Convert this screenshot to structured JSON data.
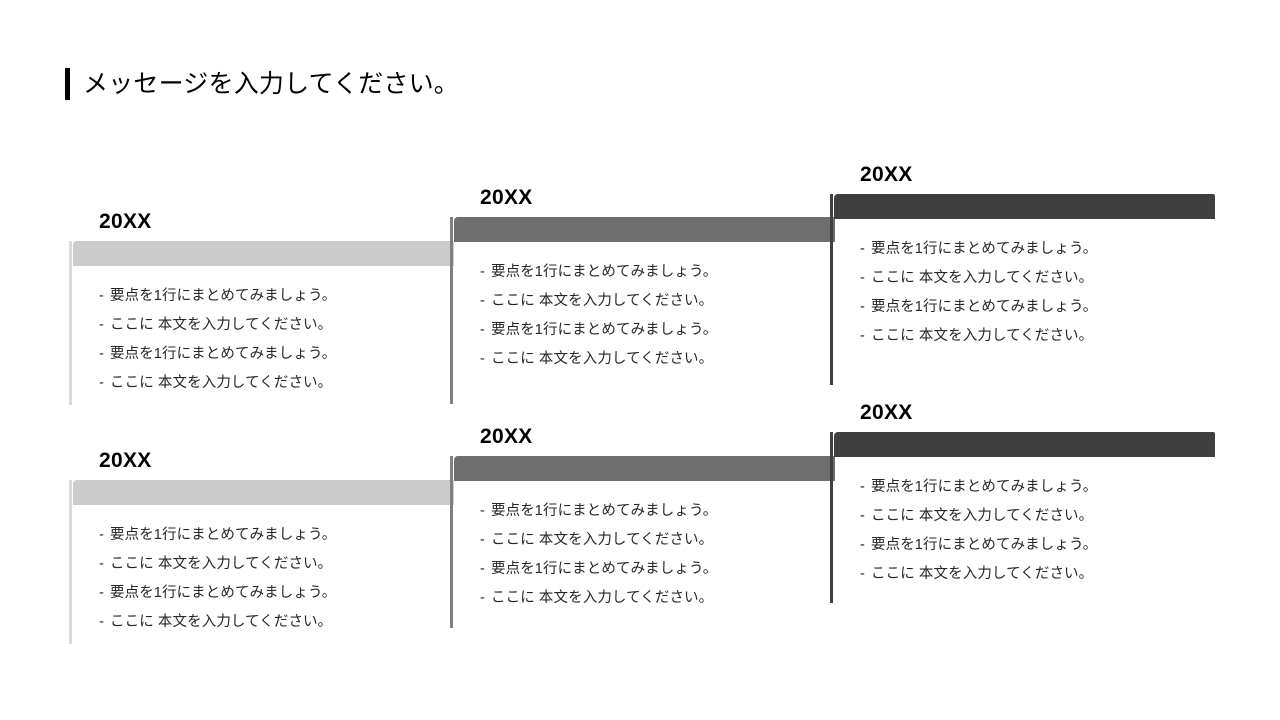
{
  "slide": {
    "title": "メッセージを入力してください。",
    "accent_color": "#000000",
    "background": "#ffffff"
  },
  "bullet_marker": "-",
  "cards": [
    {
      "id": "card-1",
      "year": "20XX",
      "bar_color": "#cccccc",
      "rule_color": "#d9d9d9",
      "bullets": [
        "要点を1行にまとめてみましょう。",
        "ここに 本文を入力してください。",
        "要点を1行にまとめてみましょう。",
        "ここに 本文を入力してください。"
      ]
    },
    {
      "id": "card-2",
      "year": "20XX",
      "bar_color": "#6e6e6e",
      "rule_color": "#808080",
      "bullets": [
        "要点を1行にまとめてみましょう。",
        "ここに 本文を入力してください。",
        "要点を1行にまとめてみましょう。",
        "ここに 本文を入力してください。"
      ]
    },
    {
      "id": "card-3",
      "year": "20XX",
      "bar_color": "#3f3f3f",
      "rule_color": "#404040",
      "bullets": [
        "要点を1行にまとめてみましょう。",
        "ここに 本文を入力してください。",
        "要点を1行にまとめてみましょう。",
        "ここに 本文を入力してください。"
      ]
    },
    {
      "id": "card-4",
      "year": "20XX",
      "bar_color": "#cccccc",
      "rule_color": "#d9d9d9",
      "bullets": [
        "要点を1行にまとめてみましょう。",
        "ここに 本文を入力してください。",
        "要点を1行にまとめてみましょう。",
        "ここに 本文を入力してください。"
      ]
    },
    {
      "id": "card-5",
      "year": "20XX",
      "bar_color": "#6e6e6e",
      "rule_color": "#808080",
      "bullets": [
        "要点を1行にまとめてみましょう。",
        "ここに 本文を入力してください。",
        "要点を1行にまとめてみましょう。",
        "ここに 本文を入力してください。"
      ]
    },
    {
      "id": "card-6",
      "year": "20XX",
      "bar_color": "#3f3f3f",
      "rule_color": "#404040",
      "bullets": [
        "要点を1行にまとめてみましょう。",
        "ここに 本文を入力してください。",
        "要点を1行にまとめてみましょう。",
        "ここに 本文を入力してください。"
      ]
    }
  ]
}
